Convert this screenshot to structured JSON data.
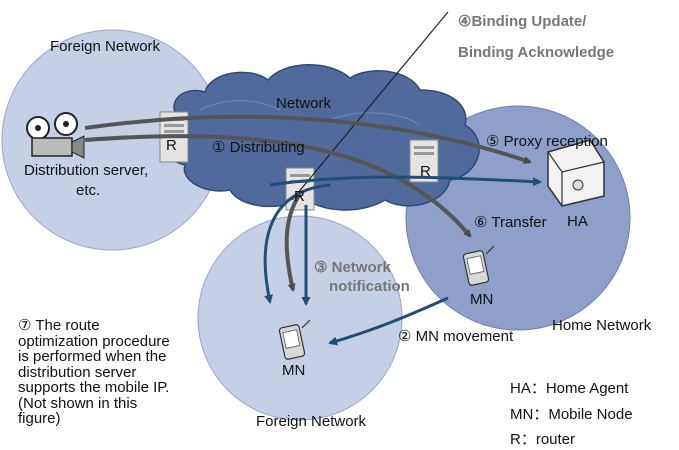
{
  "labels": {
    "foreign_network_top": "Foreign Network",
    "foreign_network_bottom": "Foreign Network",
    "home_network": "Home Network",
    "network": "Network",
    "distribution_server": "Distribution server,",
    "distribution_server_2": "etc.",
    "binding_update": "④Binding Update/",
    "binding_ack": "Binding Acknowledge",
    "proxy_reception": "⑤ Proxy reception",
    "distributing": "① Distributing",
    "transfer": "⑥ Transfer",
    "ha": "HA",
    "network_notification_1": "③ Network",
    "network_notification_2": "notification",
    "mn_movement": "② MN movement",
    "mn_home": "MN",
    "mn_foreign": "MN",
    "router_r1": "R",
    "router_r2": "R",
    "router_r3": "R"
  },
  "note": {
    "line1": "⑦ The route",
    "line2": "optimization procedure",
    "line3": "is performed when the",
    "line4": "distribution server",
    "line5": "supports the mobile IP.",
    "line6": "(Not shown in this",
    "line7": "figure)"
  },
  "legend": {
    "ha": "HA：Home Agent",
    "mn": "MN：Mobile Node",
    "r": "R：router"
  },
  "colors": {
    "foreign_network_fill": "#c5d0e6",
    "home_network_fill": "#8e9fc9",
    "cloud_fill": "#4f6a9b",
    "arrow_gray": "#555555",
    "arrow_blue": "#1f4e79"
  }
}
